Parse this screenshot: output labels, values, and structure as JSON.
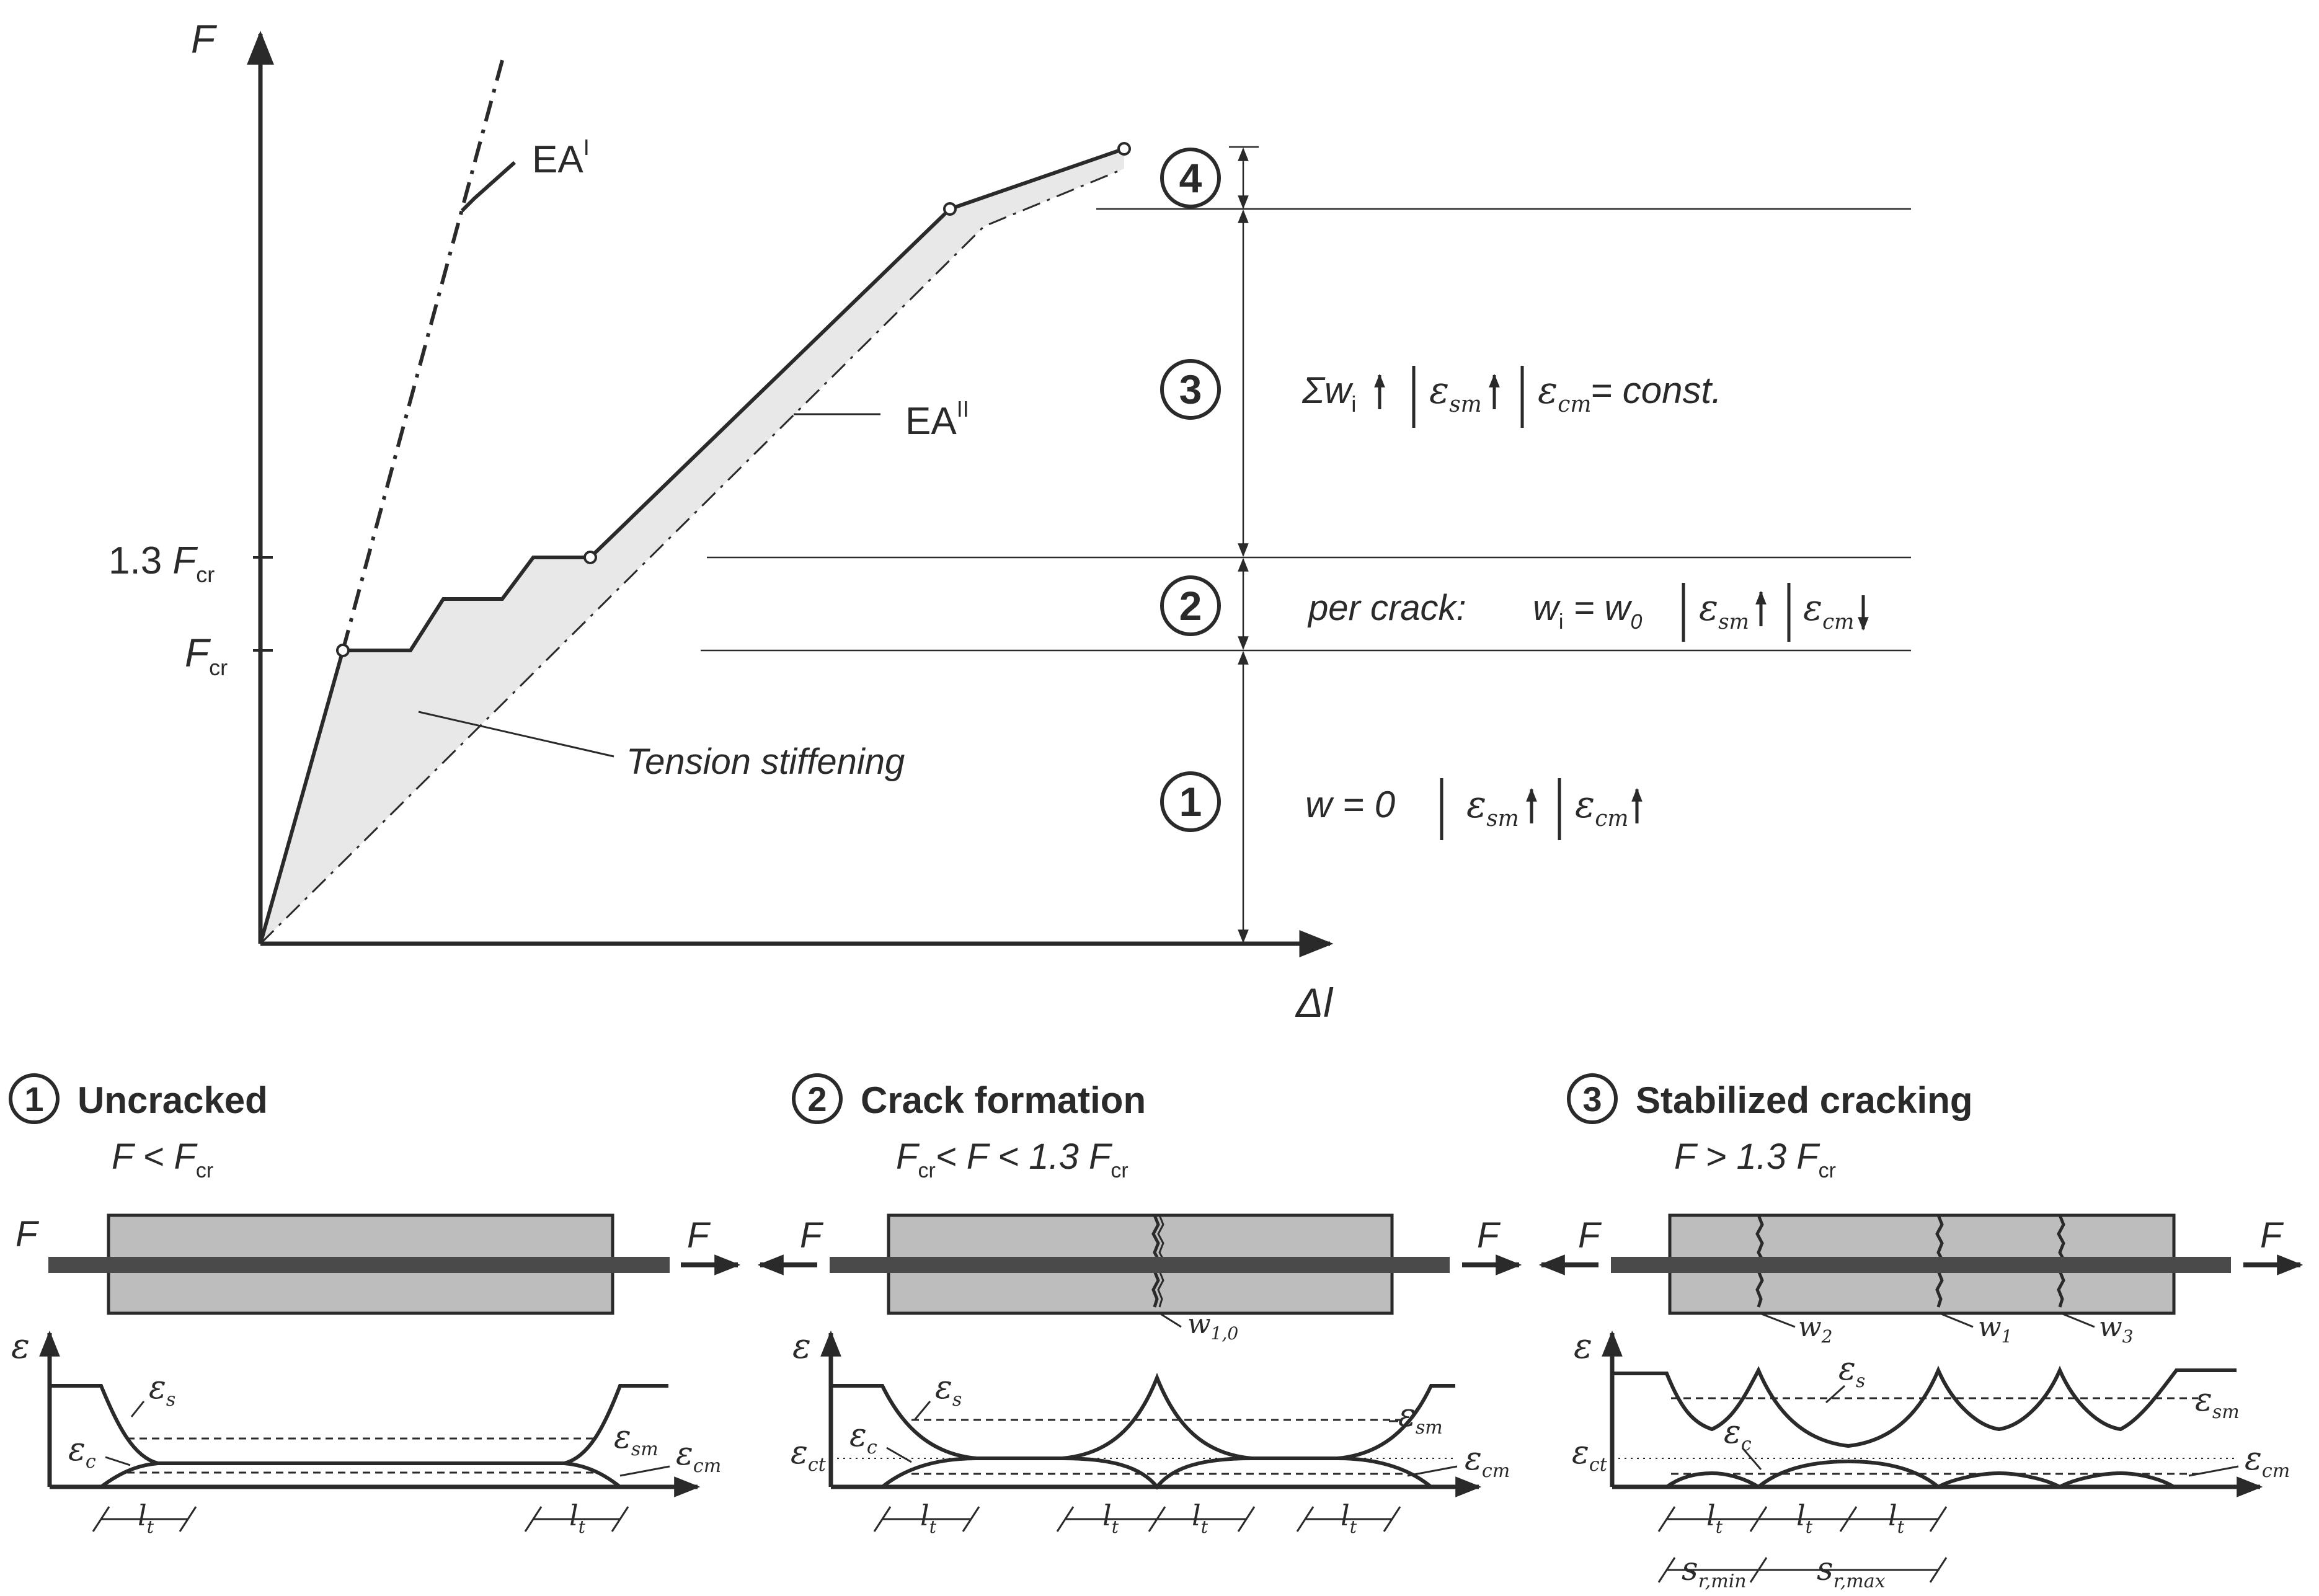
{
  "colors": {
    "ink": "#2a2a2a",
    "shade": "#e8e8e8",
    "bar": "#bdbdbd",
    "rebar": "#4a4a4a"
  },
  "main": {
    "axis_y": "F",
    "axis_x": "Δl",
    "tick_fcr_main": "F",
    "tick_fcr_sub": "cr",
    "tick_13_pre": "1.3 ",
    "tick_13_main": "F",
    "tick_13_sub": "cr",
    "ea1_main": "EA",
    "ea1_sup": "I",
    "ea2_main": "EA",
    "ea2_sup": "II",
    "tension_stiffening": "Tension stiffening",
    "stages": {
      "s4": "4",
      "s3": "3",
      "s2": "2",
      "s1": "1"
    },
    "stage3": {
      "sum_w": "Σw",
      "sum_w_sub": "i",
      "eps": "ε",
      "sm": "sm",
      "cm": "cm",
      "const": "= const."
    },
    "stage2": {
      "per_crack": "per crack:",
      "w": "w",
      "w_sub": "i",
      "eq": " = w",
      "w0_sub": "0",
      "eps": "ε",
      "sm": "sm",
      "cm": "cm"
    },
    "stage1": {
      "w0": "w = 0",
      "eps": "ε",
      "sm": "sm",
      "cm": "cm"
    }
  },
  "panels": {
    "p1": {
      "num": "1",
      "title": "Uncracked",
      "cond_main": "F < F",
      "cond_sub": "cr",
      "f": "F",
      "eps": "ε",
      "es": "ε",
      "es_sub": "s",
      "ec": "ε",
      "ec_sub": "c",
      "esm": "ε",
      "esm_sub": "sm",
      "ecm": "ε",
      "ecm_sub": "cm",
      "lt": "l",
      "lt_sub": "t"
    },
    "p2": {
      "num": "2",
      "title": "Crack formation",
      "cond_f": "F",
      "cond_sub1": "cr",
      "cond_mid": "< F < 1.3 F",
      "cond_sub2": "cr",
      "f": "F",
      "eps": "ε",
      "ect": "ε",
      "ect_sub": "ct",
      "es": "ε",
      "es_sub": "s",
      "ec": "ε",
      "ec_sub": "c",
      "esm": "ε",
      "esm_sub": "sm",
      "ecm": "ε",
      "ecm_sub": "cm",
      "w10": "w",
      "w10_sub": "1,0",
      "lt": "l",
      "lt_sub": "t"
    },
    "p3": {
      "num": "3",
      "title": "Stabilized cracking",
      "cond_main": "F > 1.3 F",
      "cond_sub": "cr",
      "f": "F",
      "eps": "ε",
      "ect": "ε",
      "ect_sub": "ct",
      "es": "ε",
      "es_sub": "s",
      "ec": "ε",
      "ec_sub": "c",
      "esm": "ε",
      "esm_sub": "sm",
      "ecm": "ε",
      "ecm_sub": "cm",
      "w1": "w",
      "w1_sub": "1",
      "w2": "w",
      "w2_sub": "2",
      "w3": "w",
      "w3_sub": "3",
      "lt": "l",
      "lt_sub": "t",
      "srmin": "s",
      "srmin_sub": "r,min",
      "srmax": "s",
      "srmax_sub": "r,max"
    }
  }
}
